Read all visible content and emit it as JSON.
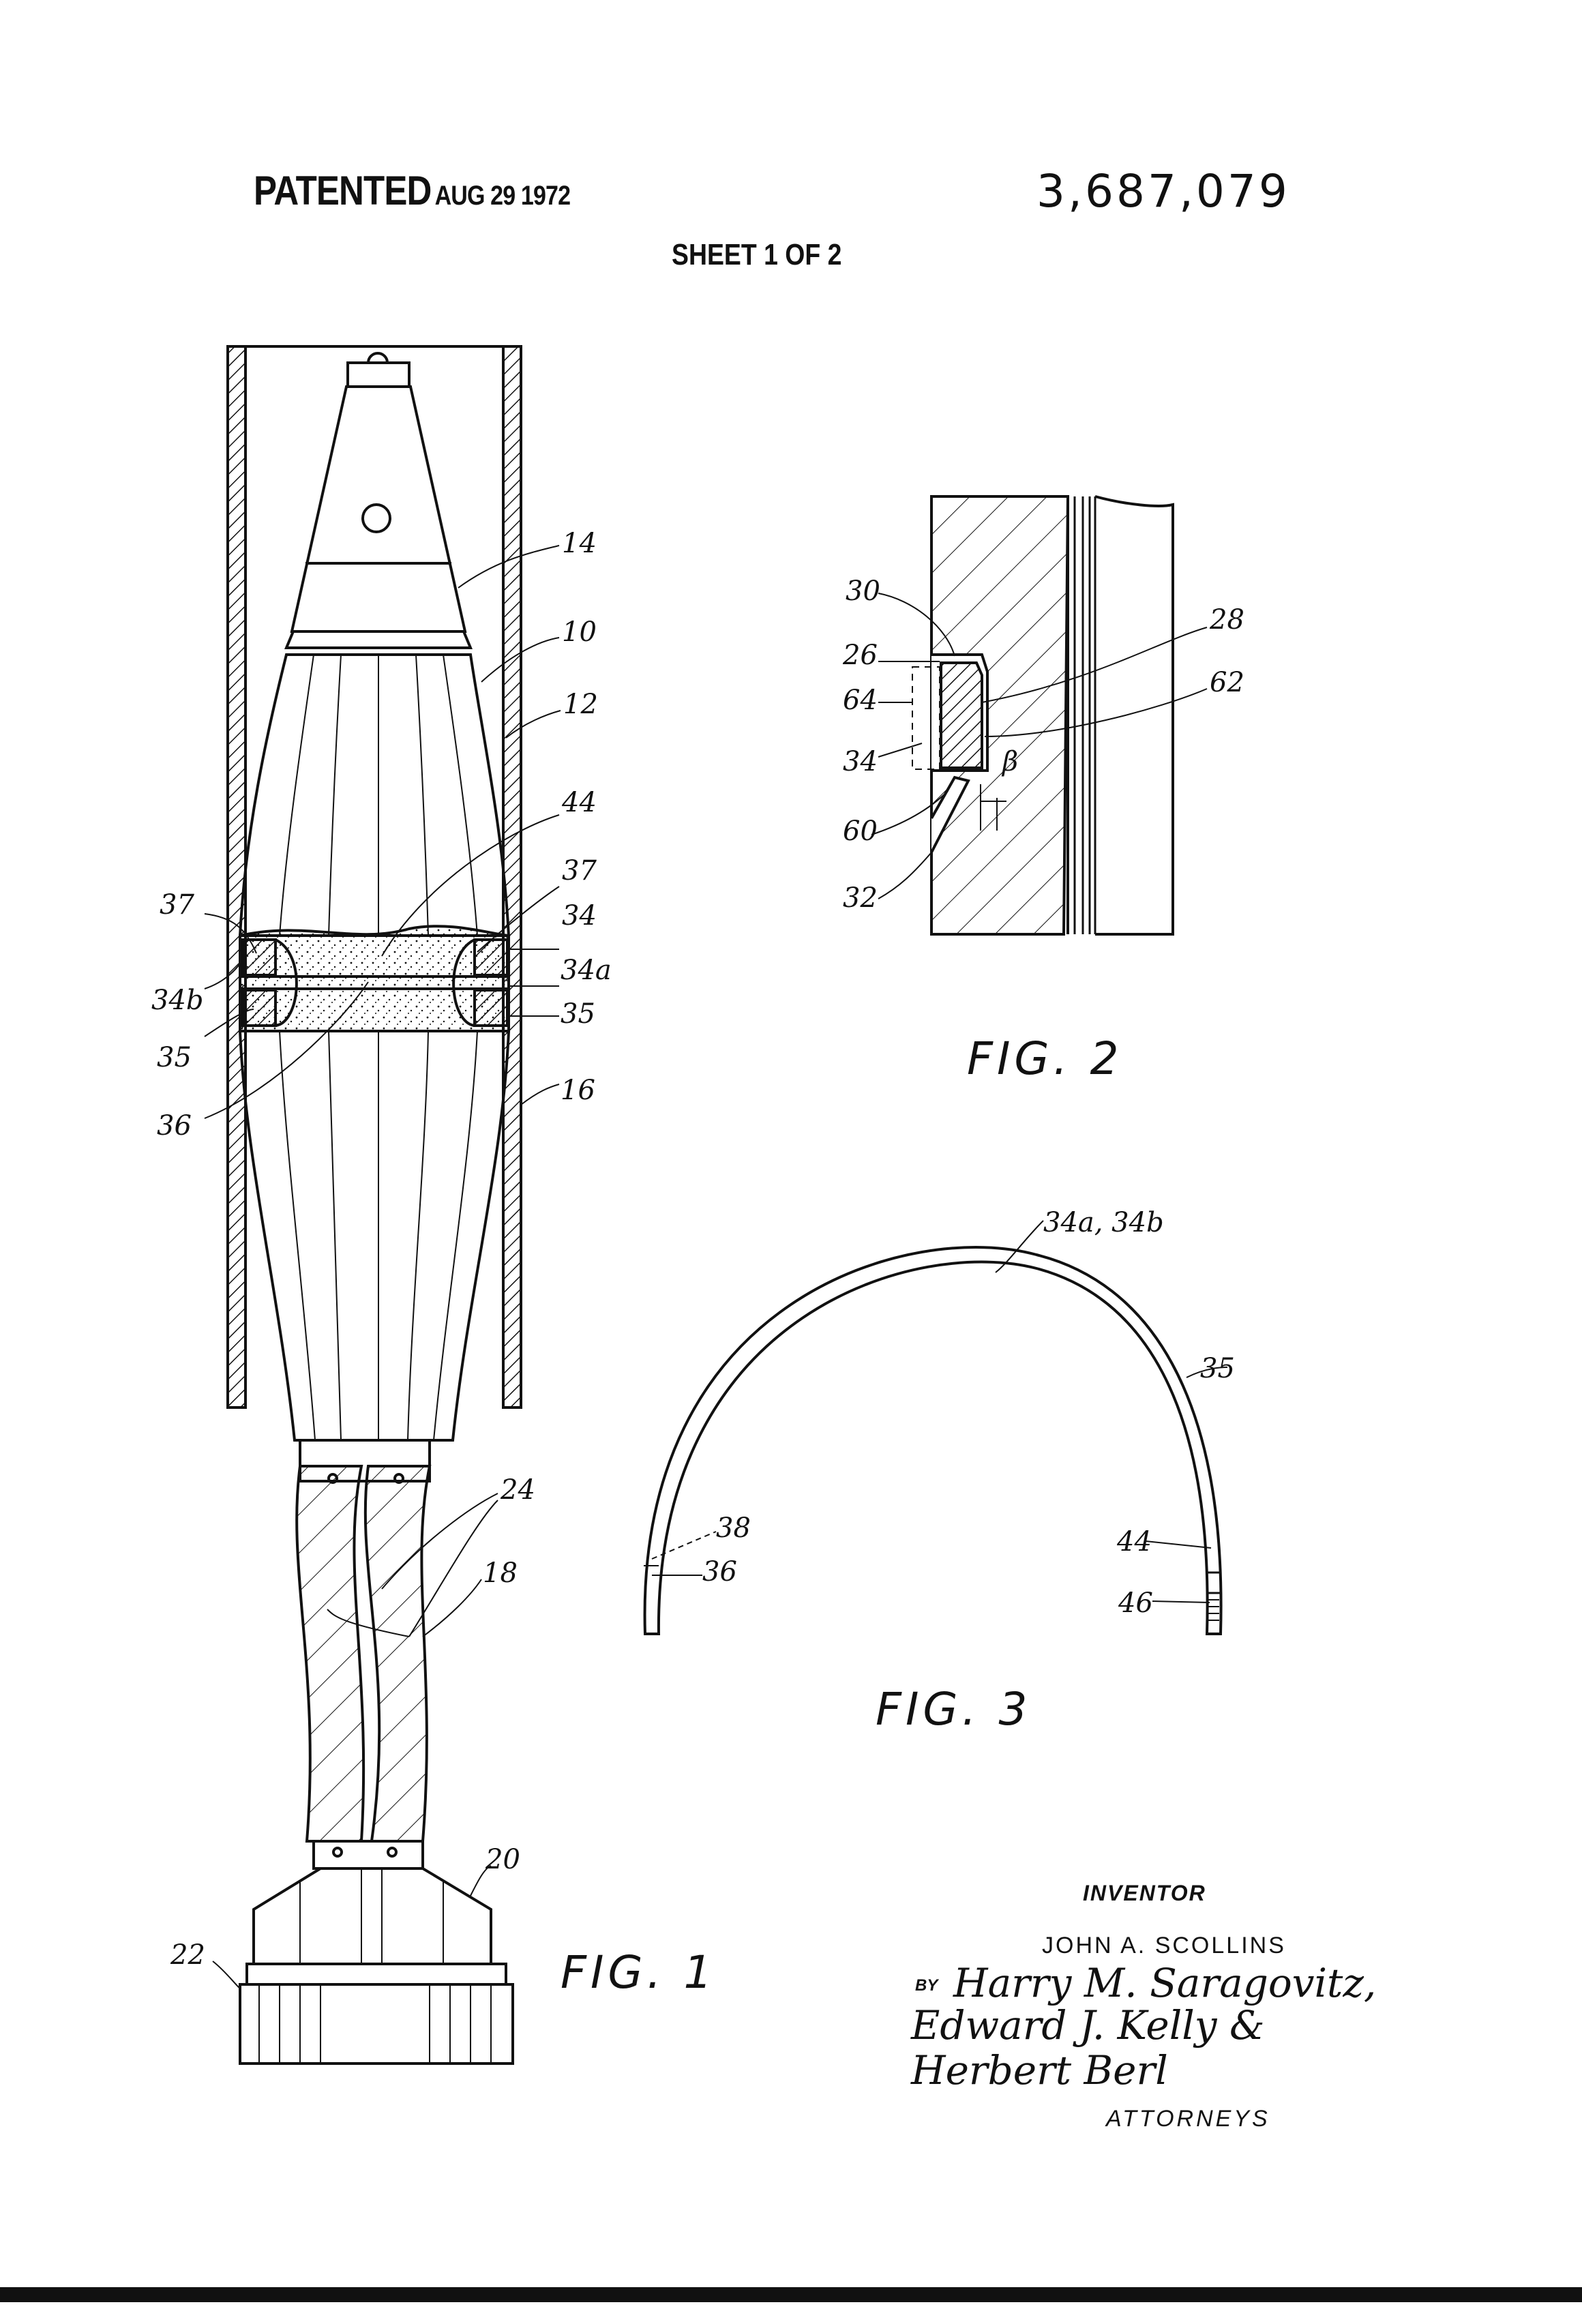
{
  "header": {
    "patented_label": "PATENTED",
    "patented_date": "AUG 29 1972",
    "patent_number": "3,687,079",
    "sheet": "SHEET 1 OF 2"
  },
  "figures": {
    "fig1_label": "FIG. 1",
    "fig2_label": "FIG. 2",
    "fig3_label": "FIG. 3"
  },
  "fig1_refs": [
    "14",
    "10",
    "12",
    "44",
    "37",
    "37",
    "34",
    "34a",
    "34b",
    "35",
    "35",
    "36",
    "16",
    "24",
    "18",
    "20",
    "22"
  ],
  "fig2_refs": [
    "30",
    "26",
    "64",
    "34",
    "28",
    "62",
    "β",
    "60",
    "32"
  ],
  "fig3_refs": [
    "34a, 34b",
    "35",
    "38",
    "36",
    "44",
    "46"
  ],
  "signature": {
    "inventor_heading": "INVENTOR",
    "inventor_name": "JOHN A. SCOLLINS",
    "by_label": "BY",
    "attorney_line_1": "Harry M. Saragovitz,",
    "attorney_line_2": "Edward J. Kelly &",
    "attorney_line_3": "Herbert Berl",
    "attorneys_label": "ATTORNEYS"
  },
  "colors": {
    "ink": "#111111",
    "paper": "#ffffff"
  }
}
